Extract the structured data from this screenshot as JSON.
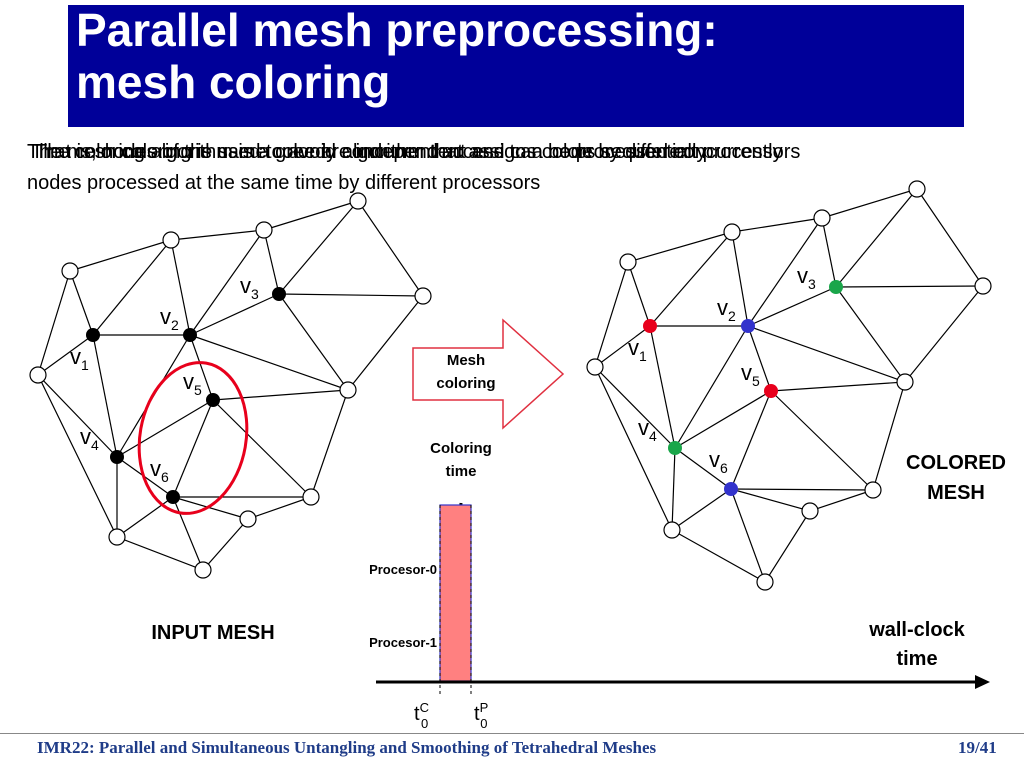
{
  "slide": {
    "title_line1": "Parallel mesh preprocessing:",
    "title_line2": "mesh coloring",
    "intro_lines": [
      "The mesh coloring is used to avoid concurrent access to a node by different processors",
      "That is, nodes of the same color are independent and can be processed concurrently",
      "The coloring algorithm is a greedy algorithm that assigns colors sequentially"
    ],
    "intro_tail": "nodes processed at the same time by different processors",
    "footer": "IMR22: Parallel and Simultaneous Untangling and Smoothing of Tetrahedral Meshes",
    "page": "19/41"
  },
  "diagram": {
    "input_label": "INPUT MESH",
    "colored_label_line1": "COLORED",
    "colored_label_line2": "MESH",
    "arrow_label_line1": "Mesh",
    "arrow_label_line2": "coloring",
    "coloring_time_line1": "Coloring",
    "coloring_time_line2": "time",
    "procesor0": "Procesor-0",
    "procesor1": "Procesor-1",
    "wallclock_line1": "wall-clock",
    "wallclock_line2": "time",
    "tc": "t",
    "tc_sup": "C",
    "tc_sub": "0",
    "tp": "t",
    "tp_sup": "P",
    "tp_sub": "0",
    "vertex_labels": [
      "v",
      "v",
      "v",
      "v",
      "v",
      "v"
    ],
    "vertex_subs": [
      "1",
      "2",
      "3",
      "4",
      "5",
      "6"
    ]
  },
  "colors": {
    "title_bg": "#000099",
    "red": "#e8001c",
    "blue": "#3333cc",
    "green": "#1aa64a",
    "bar_fill": "#ff8080",
    "arrow_outline": "#e03040"
  }
}
